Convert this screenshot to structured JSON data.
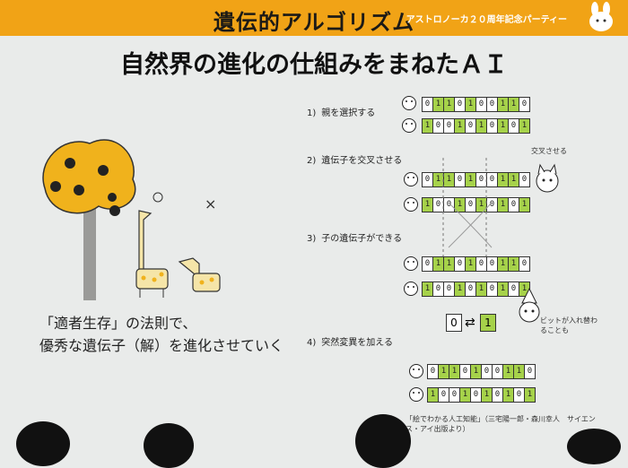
{
  "header": {
    "title": "遺伝的アルゴリズム",
    "event": "アストロノーカ２０周年記念パーティー"
  },
  "subtitle": "自然界の進化の仕組みをまねたＡＩ",
  "steps": [
    {
      "num": "1)",
      "label": "親を選択する"
    },
    {
      "num": "2)",
      "label": "遺伝子を交叉させる"
    },
    {
      "num": "3)",
      "label": "子の遺伝子ができる"
    },
    {
      "num": "4)",
      "label": "突然変異を加える"
    }
  ],
  "chromosomes": [
    {
      "genes": [
        "0",
        "1",
        "1",
        "0",
        "1",
        "0",
        "0",
        "1",
        "1",
        "0"
      ]
    },
    {
      "genes": [
        "1",
        "0",
        "0",
        "1",
        "0",
        "1",
        "0",
        "1",
        "0",
        "1"
      ]
    },
    {
      "genes": [
        "0",
        "1",
        "1",
        "0",
        "1",
        "0",
        "0",
        "1",
        "1",
        "0"
      ]
    },
    {
      "genes": [
        "1",
        "0",
        "0",
        "1",
        "0",
        "1",
        "0",
        "1",
        "0",
        "1"
      ]
    },
    {
      "genes": [
        "0",
        "1",
        "1",
        "0",
        "1",
        "0",
        "0",
        "1",
        "1",
        "0"
      ]
    },
    {
      "genes": [
        "1",
        "0",
        "0",
        "1",
        "0",
        "1",
        "0",
        "1",
        "0",
        "1"
      ]
    },
    {
      "genes": [
        "0",
        "1",
        "1",
        "0",
        "1",
        "0",
        "0",
        "1",
        "1",
        "0"
      ]
    },
    {
      "genes": [
        "1",
        "0",
        "0",
        "1",
        "0",
        "1",
        "0",
        "1",
        "0",
        "1"
      ]
    }
  ],
  "mutation": {
    "before": "0",
    "after": "1"
  },
  "notes": {
    "crossover": "交叉させる",
    "bit_flip": "ビットが入れ替わることも",
    "x_mark": "×"
  },
  "caption": {
    "line1": "「適者生存」の法則で、",
    "line2": "優秀な遺伝子（解）を進化させていく"
  },
  "source": "「絵でわかる人工知能」（三宅陽一郎・森川幸人　サイエンス・アイ出版より）",
  "colors": {
    "header": "#f1a316",
    "gene_green": "#a6d24a",
    "tree": "#f0b21c"
  }
}
